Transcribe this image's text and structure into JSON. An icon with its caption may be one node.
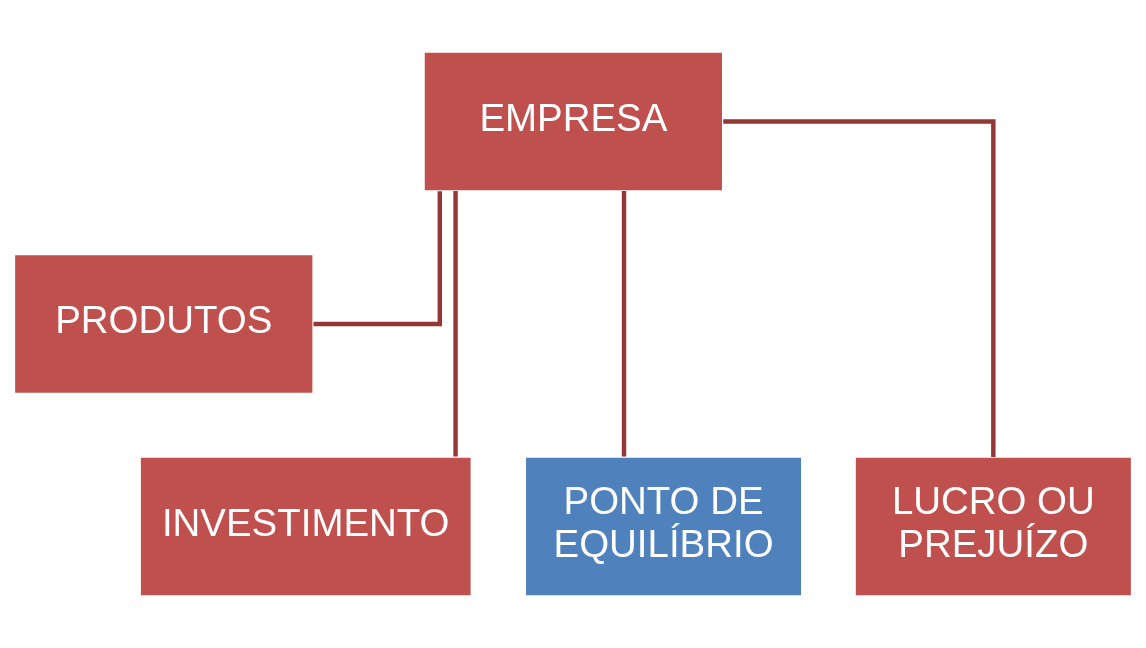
{
  "diagram": {
    "nodes": [
      {
        "text": [
          "EMPRESA"
        ]
      },
      {
        "text": [
          "PRODUTOS"
        ]
      },
      {
        "text": [
          "INVESTIMENTO"
        ]
      },
      {
        "text": [
          "PONTO DE EQUILÍBRIO"
        ]
      },
      {
        "text": [
          "LUCRO OU PREJUÍZO"
        ]
      }
    ],
    "edges": [
      {
        "from": 0,
        "to": 1,
        "arrow": "none"
      },
      {
        "from": 0,
        "to": 2,
        "arrow": "none"
      },
      {
        "from": 0,
        "to": 3,
        "arrow": "none"
      },
      {
        "from": 0,
        "to": 4,
        "arrow": "none"
      }
    ]
  }
}
